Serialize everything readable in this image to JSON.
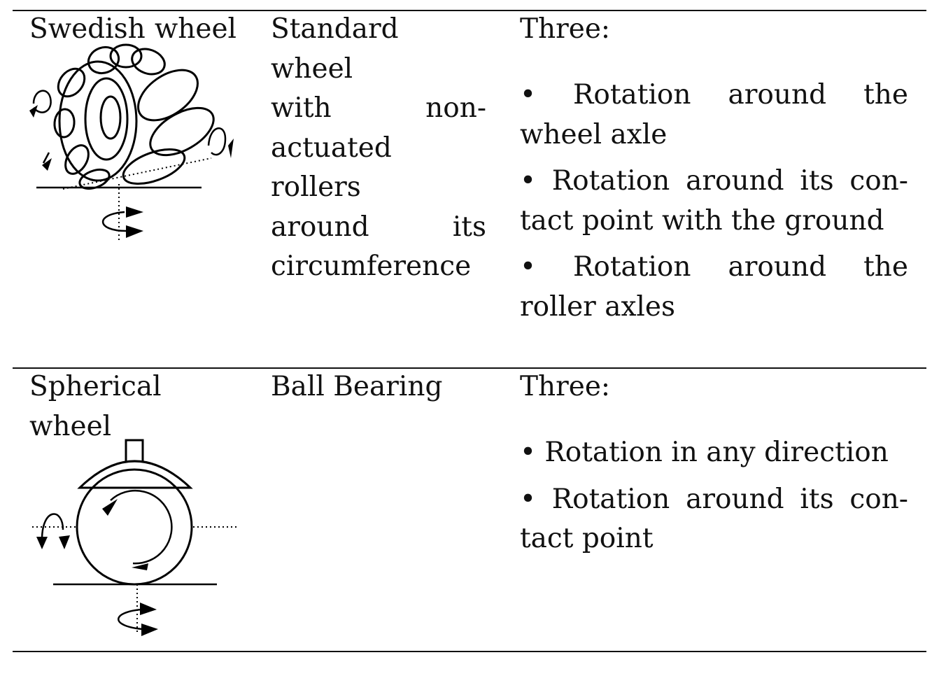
{
  "rows": [
    {
      "name": "Swedish wheel",
      "name_lines": [
        "Swedish wheel"
      ],
      "description_lines": [
        "Standard wheel",
        "with non-",
        "actuated rollers",
        "around its",
        "circumference"
      ],
      "dof_heading": "Three:",
      "dof_items": [
        {
          "line1": "• Rotation around the",
          "line2": "wheel axle"
        },
        {
          "line1": "• Rotation around its con-",
          "line2": "tact point with the ground"
        },
        {
          "line1": "• Rotation around the",
          "line2": "roller axles"
        }
      ]
    },
    {
      "name_lines": [
        "Spherical",
        "wheel"
      ],
      "description_lines": [
        "Ball Bearing"
      ],
      "dof_heading": "Three:",
      "dof_items": [
        {
          "line1": "• Rotation in any direction",
          "line2": ""
        },
        {
          "line1": "• Rotation around its con-",
          "line2": "tact point"
        }
      ]
    }
  ]
}
